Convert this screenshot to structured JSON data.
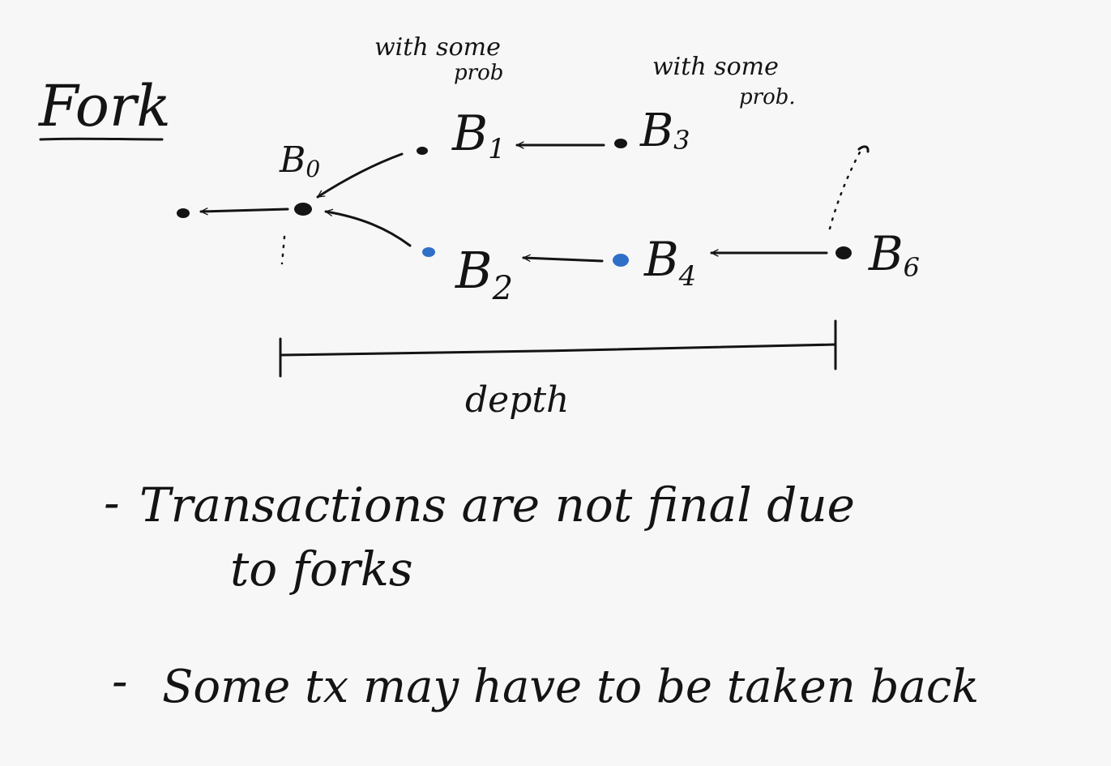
{
  "title": "Fork",
  "annotations": {
    "prob_top_left": [
      "with some",
      "prob"
    ],
    "prob_top_right": [
      "with some",
      "prob."
    ]
  },
  "blocks": {
    "b0": {
      "label": "B",
      "index": "0",
      "color": "#141414"
    },
    "b1": {
      "label": "B",
      "index": "1",
      "color": "#141414"
    },
    "b2": {
      "label": "B",
      "index": "2",
      "color": "#2f6fc7"
    },
    "b3": {
      "label": "B",
      "index": "3",
      "color": "#141414"
    },
    "b4": {
      "label": "B",
      "index": "4",
      "color": "#2f6fc7"
    },
    "b6": {
      "label": "B",
      "index": "6",
      "color": "#141414"
    }
  },
  "depth_label": "depth",
  "notes": [
    {
      "marker": "-",
      "lines": [
        "Transactions are not final due",
        "to forks"
      ]
    },
    {
      "marker": "-",
      "lines": [
        "Some tx may have to be taken back"
      ]
    }
  ],
  "colors": {
    "ink": "#141414",
    "blue_ink": "#2f6fc7",
    "background": "#f7f7f8"
  }
}
